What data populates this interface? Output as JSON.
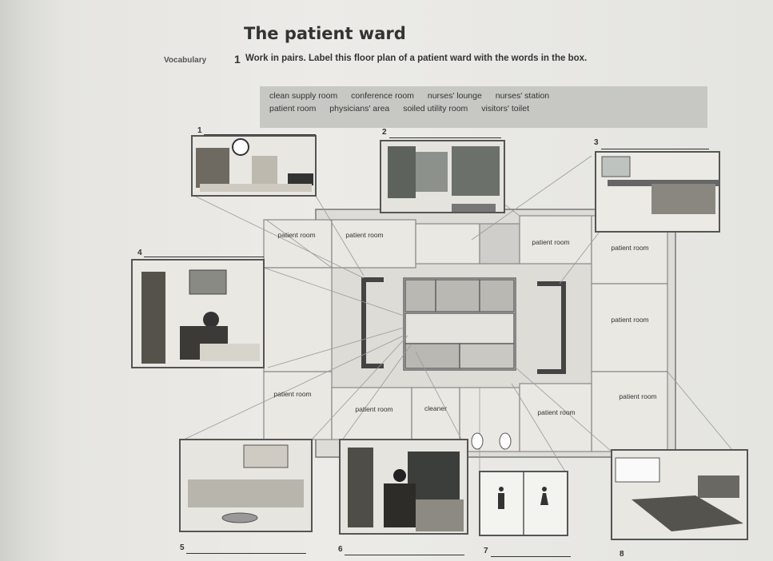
{
  "page": {
    "title": "The patient ward",
    "vocabulary_tag": "Vocabulary",
    "exercise_number": "1",
    "instruction": "Work in pairs. Label this floor plan of a patient ward with the words in the box."
  },
  "word_box": {
    "line1": [
      "clean supply room",
      "conference room",
      "nurses' lounge",
      "nurses' station"
    ],
    "line2": [
      "patient room",
      "physicians' area",
      "soiled utility room",
      "visitors' toilet"
    ]
  },
  "floor_plan": {
    "labels": {
      "pr_top_left": "patient room",
      "pr_top_mid": "patient room",
      "pr_top_right1": "patient room",
      "pr_top_right2": "patient room",
      "pr_right_mid": "patient room",
      "pr_bottom_left": "patient room",
      "pr_bottom_mid": "patient room",
      "cleaner": "cleaner",
      "pr_bottom_right1": "patient room",
      "pr_bottom_right2": "patient room"
    },
    "numbers": {
      "n1": "1",
      "n2": "2",
      "n3": "3",
      "n4": "4",
      "n5": "5",
      "n6": "6",
      "n7": "7",
      "n8": "8"
    }
  }
}
